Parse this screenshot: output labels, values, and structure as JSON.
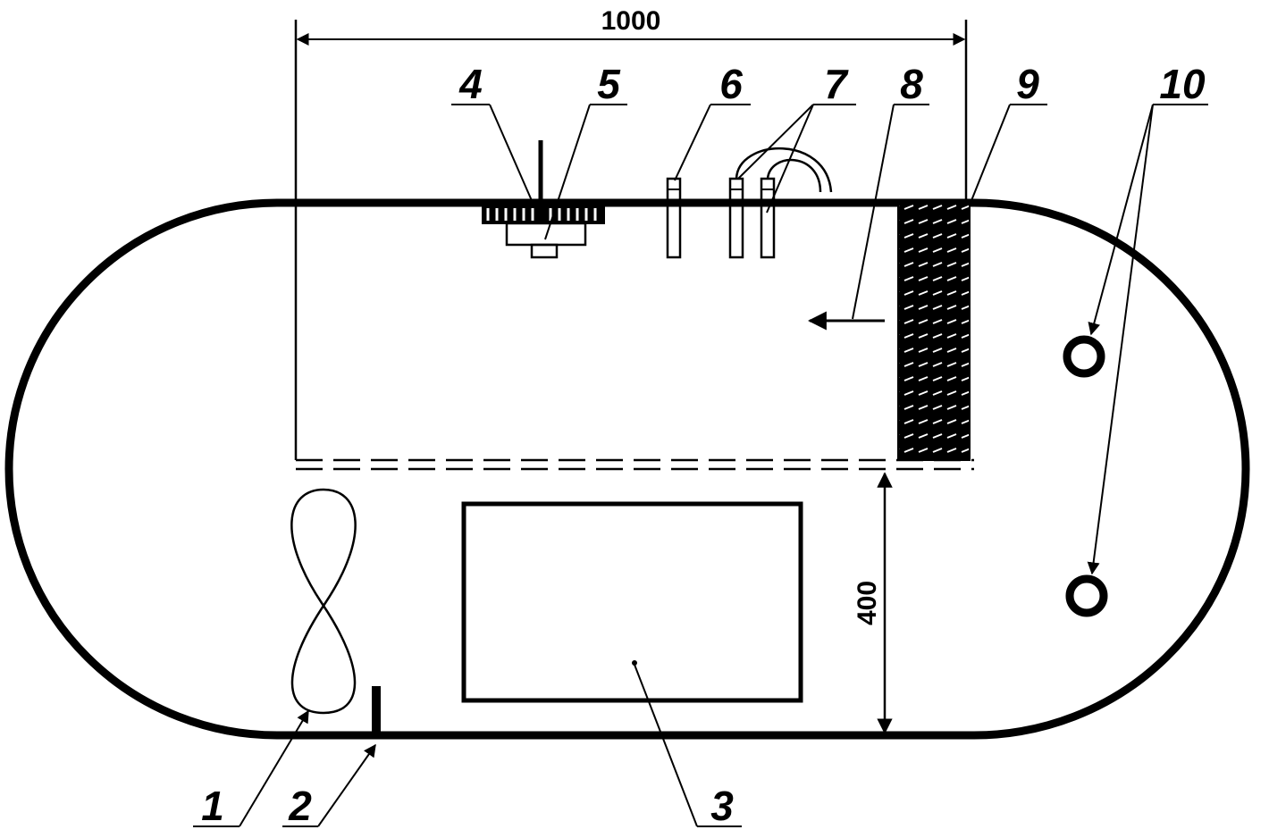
{
  "dimensions": {
    "width_label": "1000",
    "height_label": "400"
  },
  "labels": {
    "l1": "1",
    "l2": "2",
    "l3": "3",
    "l4": "4",
    "l5": "5",
    "l6": "6",
    "l7": "7",
    "l8": "8",
    "l9": "9",
    "l10": "10"
  },
  "colors": {
    "ink": "#000000",
    "background": "#ffffff"
  }
}
